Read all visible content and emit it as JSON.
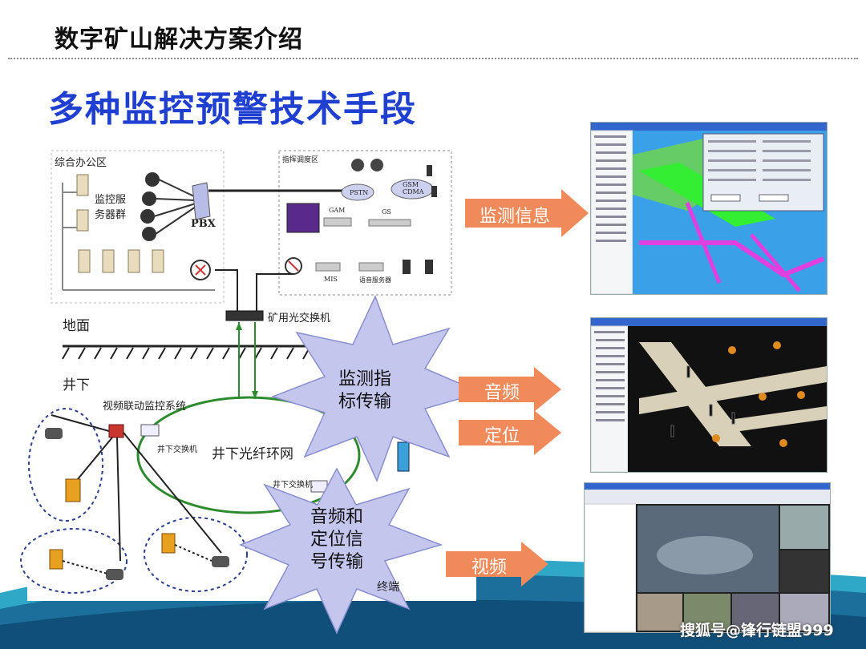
{
  "header": {
    "title": "数字矿山解决方案介绍"
  },
  "main": {
    "title": "多种监控预警技术手段"
  },
  "diagram": {
    "office_zone": "综合办公区",
    "server_group": "监控服\n务器群",
    "pbx": "PBX",
    "dispatch_zone": "指挥调度区",
    "pstn": "PSTN",
    "gsm_cdma": "GSM\nCDMA",
    "gsm_gateway": "GAM",
    "gateway2": "GS",
    "mis": "MIS",
    "dispatch_server": "语音服务器",
    "mine_switch": "矿用光交换机",
    "ground": "地面",
    "underground": "井下",
    "video_system": "视频联动监控系统",
    "underground_switch": "井下交换机",
    "ring_network": "井下光纤环网",
    "underground_switch2": "井下交换机",
    "terminal": "终端"
  },
  "bursts": [
    {
      "text": "监测指\n标传输"
    },
    {
      "text": "音频和\n定位信\n号传输"
    }
  ],
  "arrows": [
    {
      "label": "监测信息"
    },
    {
      "label": "音频"
    },
    {
      "label": "定位"
    },
    {
      "label": "视频"
    }
  ],
  "watermark": "搜狐号@锋行链盟999",
  "colors": {
    "title_blue": "#1f3fd1",
    "arrow_orange": "#f08a5a",
    "burst_purple": "#c4c6ee",
    "ring_green": "#2d8a2d"
  }
}
